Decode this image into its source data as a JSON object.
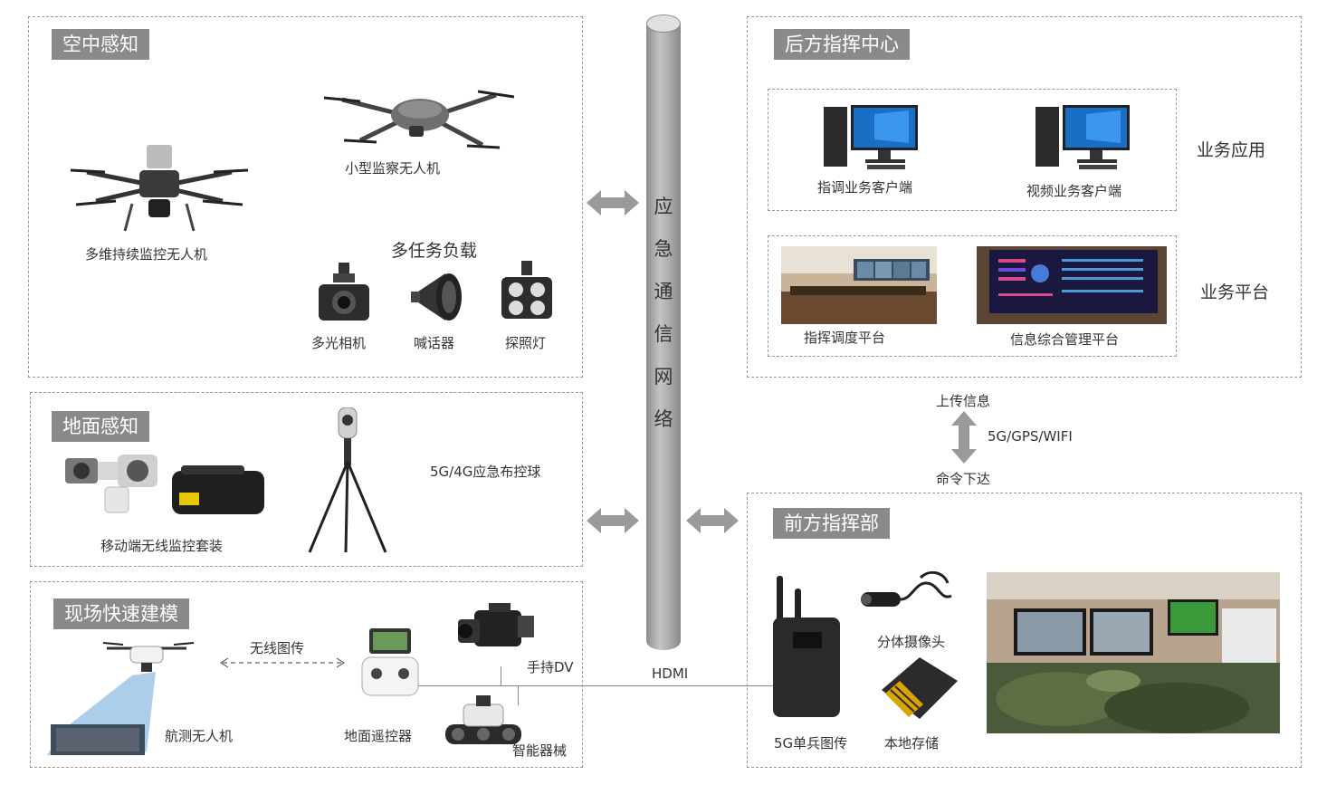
{
  "air": {
    "title": "空中感知",
    "drone_small": "小型监察无人机",
    "drone_large": "多维持续监控无人机",
    "payload_title": "多任务负载",
    "payloads": [
      "多光相机",
      "喊话器",
      "探照灯"
    ]
  },
  "ground": {
    "title": "地面感知",
    "kit": "移动端无线监控套装",
    "ball": "5G/4G应急布控球"
  },
  "modeling": {
    "title": "现场快速建模",
    "wireless": "无线图传",
    "survey_drone": "航测无人机",
    "remote": "地面遥控器",
    "handheld": "手持DV",
    "robot": "智能器械"
  },
  "network": {
    "chars": [
      "应",
      "急",
      "通",
      "信",
      "网",
      "络"
    ],
    "hdmi": "HDMI"
  },
  "rear": {
    "title": "后方指挥中心",
    "apps_label": "业务应用",
    "platform_label": "业务平台",
    "client1": "指调业务客户端",
    "client2": "视频业务客户端",
    "platform1": "指挥调度平台",
    "platform2": "信息综合管理平台"
  },
  "link": {
    "upload": "上传信息",
    "protocol": "5G/GPS/WIFI",
    "command": "命令下达"
  },
  "front": {
    "title": "前方指挥部",
    "camera": "分体摄像头",
    "storage": "本地存储",
    "transmitter": "5G单兵图传"
  }
}
